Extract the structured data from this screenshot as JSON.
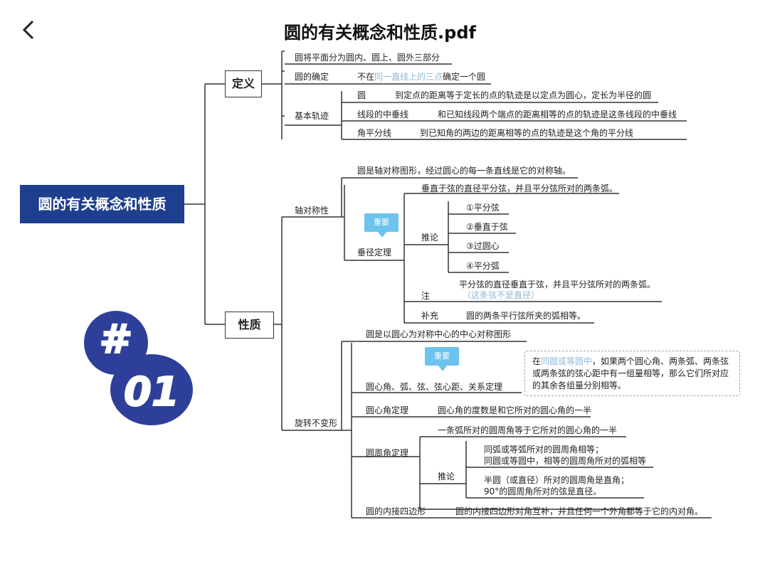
{
  "header": {
    "title": "圆的有关概念和性质.pdf",
    "back_icon": "chevron-left-icon"
  },
  "root": "圆的有关概念和性质",
  "definition": {
    "label": "定义",
    "items": [
      {
        "text": "圆将平面分为圆内、圆上、圆外三部分"
      },
      {
        "label": "圆的确定",
        "pre": "不在",
        "highlight": "同一直线上的三点",
        "post": "确定一个圆"
      }
    ],
    "basic_locus": {
      "label": "基本轨迹",
      "rows": [
        {
          "label": "圆",
          "text": "到定点的距离等于定长的点的轨迹是以定点为圆心，定长为半径的圆"
        },
        {
          "label": "线段的中垂线",
          "text": "和已知线段两个端点的距离相等的点的轨迹是这条线段的中垂线"
        },
        {
          "label": "角平分线",
          "text": "到已知角的两边的距离相等的点的轨迹是这个角的平分线"
        }
      ]
    }
  },
  "properties": {
    "label": "性质",
    "axial": {
      "label": "轴对称性",
      "statement": "圆是轴对称图形，经过圆心的每一条直线是它的对称轴。",
      "theorem": {
        "label": "垂径定理",
        "badge": "重要",
        "main": "垂直于弦的直径平分弦，并且平分弦所对的两条弧。",
        "corollary_label": "推论",
        "corollary_items": [
          "①平分弦",
          "②垂直于弦",
          "③过圆心",
          "④平分弧"
        ],
        "note_label": "注",
        "note_text": "平分弦的直径垂直于弦，并且平分弦所对的两条弧。",
        "note_sub": "（这条弦不是直径）",
        "supplement_label": "补充",
        "supplement_text": "圆的两条平行弦所夹的弧相等。"
      }
    },
    "rotation": {
      "label": "旋转不变形",
      "statement": "圆是以圆心为对称中心的中心对称图形",
      "relation": {
        "label": "圆心角、弧、弦、弦心距、关系定理",
        "badge": "重要",
        "note_pre": "在",
        "note_highlight": "同圆或等圆中",
        "note_post": "，如果两个圆心角、两条弧、两条弦或两条弦的弦心距中有一组量相等，那么它们所对应的其余各组量分别相等。"
      },
      "central_angle": {
        "label": "圆心角定理",
        "text": "圆心角的度数是和它所对的圆心角的一半"
      },
      "inscribed_angle": {
        "label": "圆周角定理",
        "main": "一条弧所对的圆周角等于它所对的圆心角的一半",
        "corollary_label": "推论",
        "corollary_1a": "同弧或等弧所对的圆周角相等；",
        "corollary_1b": "同圆或等圆中，相等的圆周角所对的弧相等",
        "corollary_2a": "半圆（或直径）所对的圆周角是直角；",
        "corollary_2b": "90°的圆周角所对的弦是直径。"
      },
      "inscribed_quad": {
        "label": "圆的内接四边形",
        "text": "圆的内接四边形对角互补，并且任何一个外角都等于它的内对角。"
      }
    }
  },
  "stamp": {
    "text_hash": "#",
    "text_num": "01"
  },
  "colors": {
    "root_bg": "#1d3f8e",
    "badge": "#6cc3ee",
    "stamp": "#2e3f9a",
    "highlight": "#5aa7e0"
  }
}
